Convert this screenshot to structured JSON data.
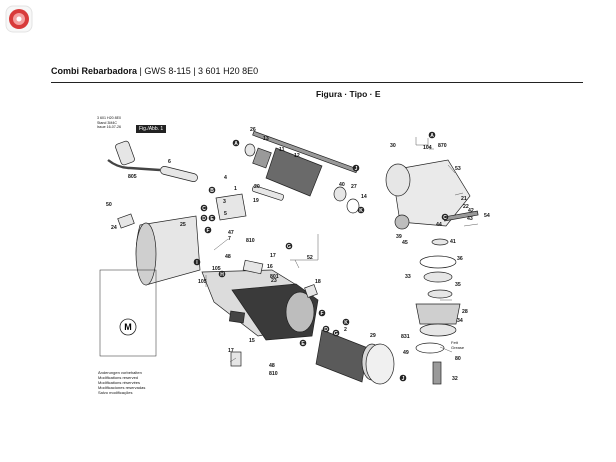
{
  "header": {
    "title_bold": "Combi Rebarbadora",
    "title_rest": " | GWS 8-115 | 3 601 H20 8E0",
    "figure": "Figura · Tipo · E"
  },
  "meta": {
    "lines": [
      "3 601 H20 8E0",
      "Stand  3M4C",
      "Issue  16-07-26"
    ],
    "tag": "Fig./Abb. 1"
  },
  "grease_note": [
    "Fett",
    "Grease"
  ],
  "notes": [
    "Änderungen vorbehalten",
    "Modifications reserved",
    "Modifications réservées",
    "Modificaciones reservadas",
    "Salvo modificações"
  ],
  "motor_symbol": "M",
  "parts": [
    {
      "n": "805"
    },
    {
      "n": "6"
    },
    {
      "n": "4"
    },
    {
      "n": "1"
    },
    {
      "n": "50"
    },
    {
      "n": "24"
    },
    {
      "n": "25"
    },
    {
      "n": "5"
    },
    {
      "n": "3"
    },
    {
      "n": "20"
    },
    {
      "n": "19"
    },
    {
      "n": "47"
    },
    {
      "n": "7"
    },
    {
      "n": "810"
    },
    {
      "n": "48"
    },
    {
      "n": "17"
    },
    {
      "n": "16"
    },
    {
      "n": "801"
    },
    {
      "n": "105"
    },
    {
      "n": "105"
    },
    {
      "n": "26"
    },
    {
      "n": "13"
    },
    {
      "n": "11"
    },
    {
      "n": "12"
    },
    {
      "n": "40"
    },
    {
      "n": "27"
    },
    {
      "n": "14"
    },
    {
      "n": "52"
    },
    {
      "n": "18"
    },
    {
      "n": "30"
    },
    {
      "n": "104"
    },
    {
      "n": "870"
    },
    {
      "n": "53"
    },
    {
      "n": "21"
    },
    {
      "n": "22"
    },
    {
      "n": "42"
    },
    {
      "n": "54"
    },
    {
      "n": "43"
    },
    {
      "n": "44"
    },
    {
      "n": "39"
    },
    {
      "n": "45"
    },
    {
      "n": "41"
    },
    {
      "n": "36"
    },
    {
      "n": "33"
    },
    {
      "n": "35"
    },
    {
      "n": "28"
    },
    {
      "n": "34"
    },
    {
      "n": "49"
    },
    {
      "n": "831"
    },
    {
      "n": "80"
    },
    {
      "n": "32"
    },
    {
      "n": "2"
    },
    {
      "n": "29"
    },
    {
      "n": "23"
    },
    {
      "n": "15"
    },
    {
      "n": "48"
    },
    {
      "n": "810"
    },
    {
      "n": "17"
    }
  ],
  "letters": [
    {
      "l": "A"
    },
    {
      "l": "B"
    },
    {
      "l": "C"
    },
    {
      "l": "D"
    },
    {
      "l": "E"
    },
    {
      "l": "F"
    },
    {
      "l": "G"
    },
    {
      "l": "H"
    },
    {
      "l": "I"
    },
    {
      "l": "J"
    },
    {
      "l": "K"
    },
    {
      "l": "D"
    },
    {
      "l": "E"
    },
    {
      "l": "F"
    },
    {
      "l": "G"
    },
    {
      "l": "J"
    },
    {
      "l": "K"
    },
    {
      "l": "A"
    },
    {
      "l": "C"
    }
  ],
  "colors": {
    "line": "#222222",
    "fill": "#e6e6e6",
    "dark": "#3a3a3a",
    "logo": "#d83a3a"
  }
}
